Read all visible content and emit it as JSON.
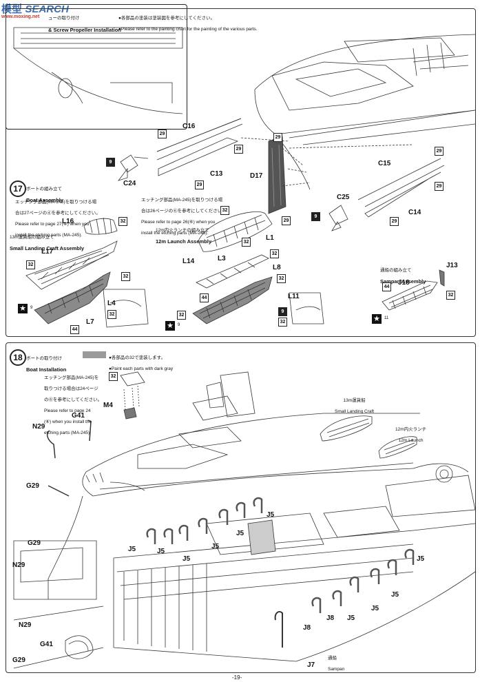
{
  "watermark": {
    "cn": "模型",
    "en": "SEARCH",
    "url": "www.moxing.net"
  },
  "header": {
    "step16_title_en": "& Screw Propeller Installation",
    "step16_title_jp": "ューの取り付け",
    "paint_note_jp": "●各部品の塗装は塗装図を参考にしてください。",
    "paint_note_en": "●Please refer to the painting chart for the painting of the various parts."
  },
  "step17": {
    "number": "17",
    "title_jp": "ボートの組み立て",
    "title_en": "Boat Assembly",
    "note_jp1": "エッチング部品(MA-245)を取りつける場",
    "note_jp2": "合は27ページの④を参考にしてください。",
    "note_en1": "Please refer to page 27(④) when you",
    "note_en2": "install the etching parts (MA-245).",
    "slc_jp": "13m運貨船の組み立て",
    "slc_en": "Small Landing Craft Assembly",
    "launch_note_jp1": "エッチング部品(MA-245)を取りつける場",
    "launch_note_jp2": "合は26ページの⑥を参考にしてください。",
    "launch_note_en1": "Please refer to page 26(⑥) when you",
    "launch_note_en2": "install the etching parts (MA-245).",
    "launch_jp": "12m内火ランチの組み立て",
    "launch_en": "12m Launch Assembly",
    "sampan_jp": "通船の組み立て",
    "sampan_en": "Sampan Assembly"
  },
  "step18": {
    "number": "18",
    "title_jp": "ボートの取り付け",
    "title_en": "Boat Installation",
    "paint_jp": "●各部品の32で塗装します。",
    "paint_en": "●Paint each parts with dark gray",
    "paint_code": "32",
    "etch_jp1": "エッチング部品(MA-245)を",
    "etch_jp2": "取りつける場合は24ページ",
    "etch_jp3": "の⑥を参考にしてください。",
    "etch_en1": "Please refer to page 24",
    "etch_en2": "(⑥) when you install the",
    "etch_en3": "etching parts (MA-245).",
    "slc_jp": "13m運貨船",
    "slc_en": "Small Landing Craft",
    "launch_jp": "12m内火ランチ",
    "launch_en": "12m Launch",
    "sampan_jp": "通船",
    "sampan_en": "Sampan"
  },
  "parts": {
    "C16": "C16",
    "C13": "C13",
    "C24": "C24",
    "C15": "C15",
    "C25": "C25",
    "C14": "C14",
    "D17": "D17",
    "L16": "L16",
    "L17": "L17",
    "L7": "L7",
    "L4": "L4",
    "L14": "L14",
    "L3": "L3",
    "L1": "L1",
    "L8": "L8",
    "L11": "L11",
    "J13": "J13",
    "J18": "J18",
    "M4": "M4",
    "G41": "G41",
    "N29": "N29",
    "G29": "G29",
    "J5": "J5",
    "J8": "J8",
    "J7": "J7"
  },
  "badges": {
    "b29": "29",
    "b9": "9",
    "b32": "32",
    "b44": "44",
    "b11": "11"
  },
  "footer": {
    "page": "-19-"
  }
}
